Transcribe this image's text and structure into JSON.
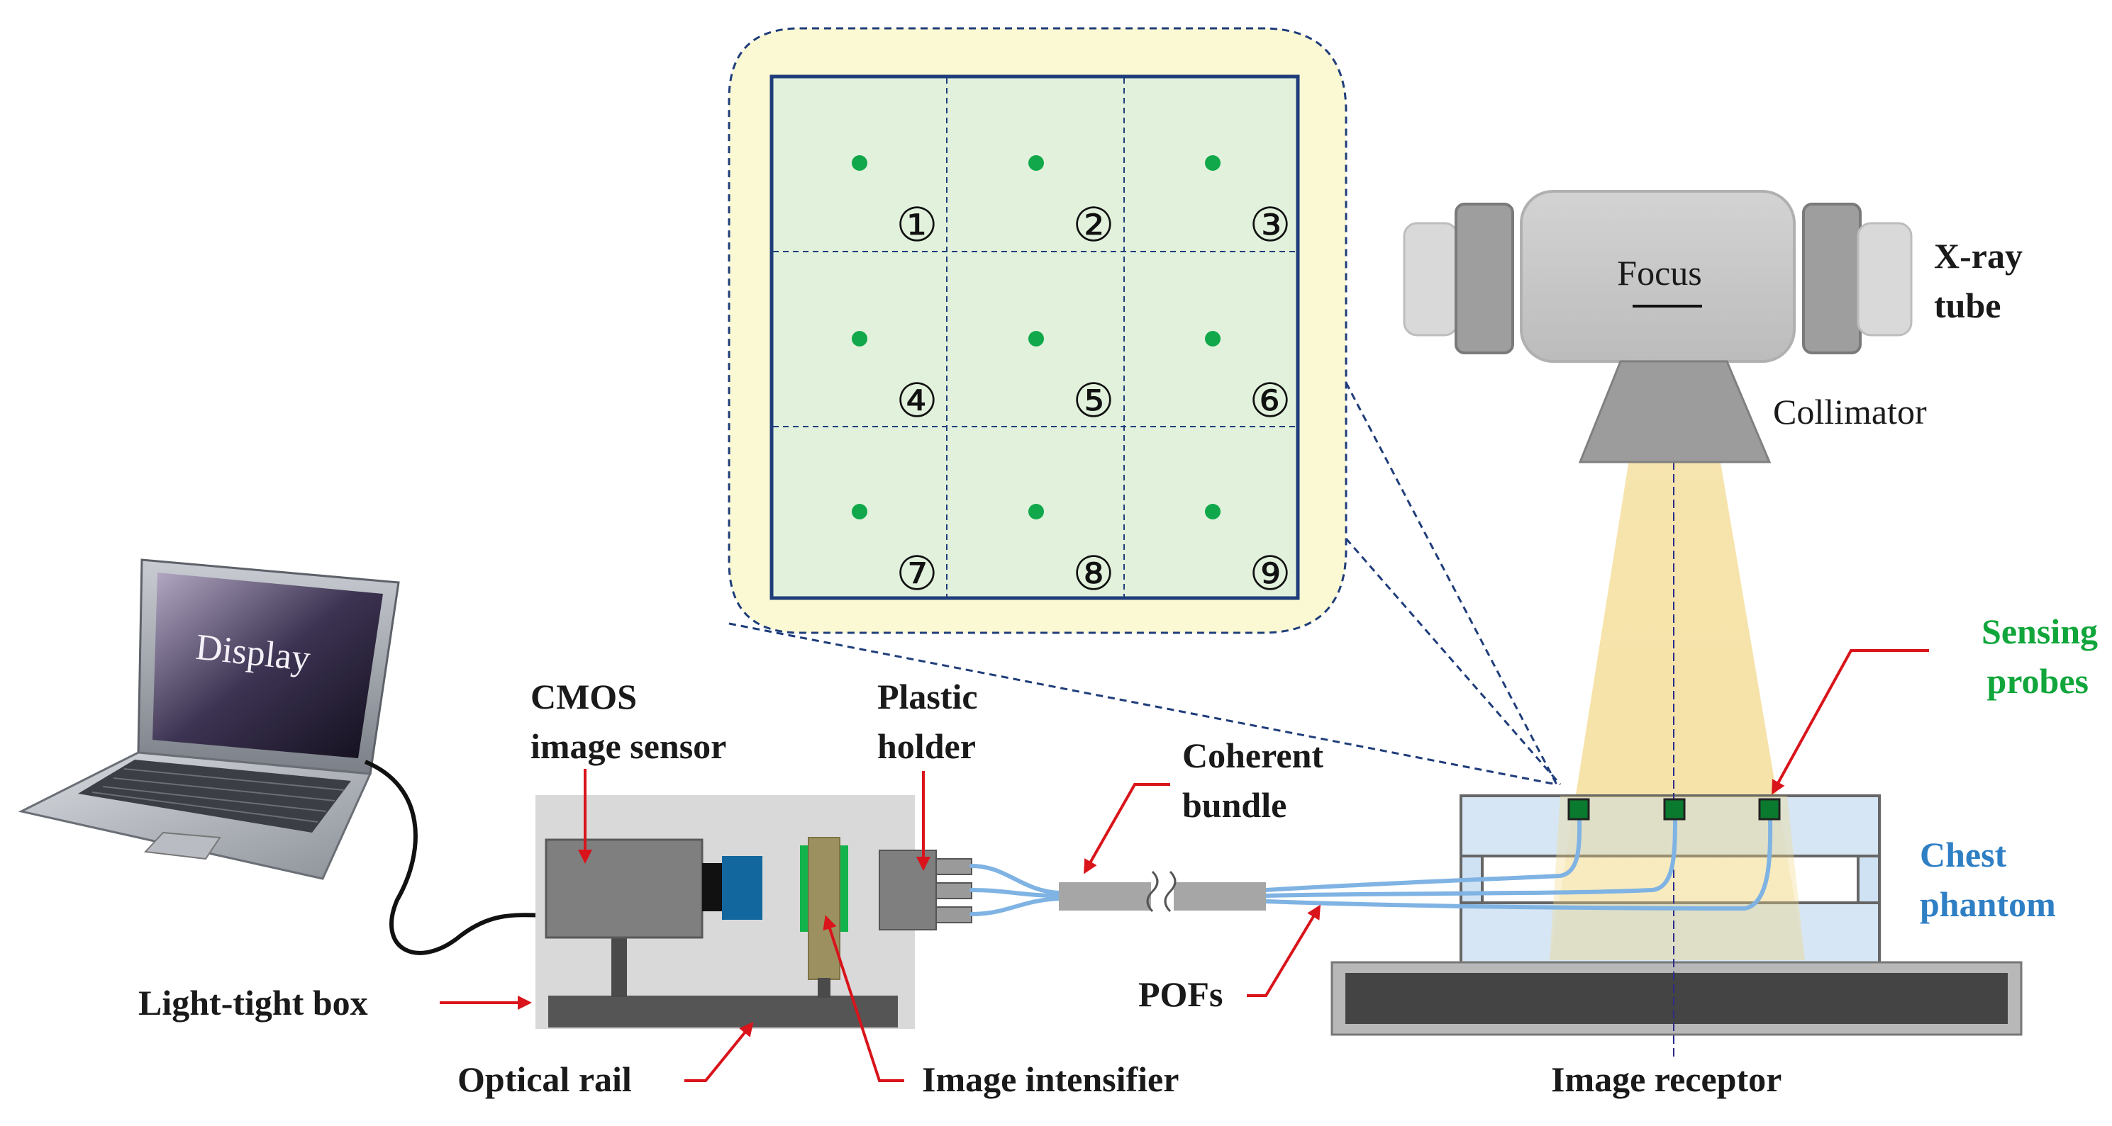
{
  "labels": {
    "display": "Display",
    "cmos_line1": "CMOS",
    "cmos_line2": "image sensor",
    "plastic_line1": "Plastic",
    "plastic_line2": "holder",
    "coherent_line1": "Coherent",
    "coherent_line2": "bundle",
    "light_tight_box": "Light-tight box",
    "optical_rail": "Optical rail",
    "image_intensifier": "Image intensifier",
    "pofs": "POFs",
    "image_receptor": "Image receptor",
    "focus": "Focus",
    "xray_line1": "X-ray",
    "xray_line2": "tube",
    "collimator": "Collimator",
    "sensing_line1": "Sensing",
    "sensing_line2": "probes",
    "chest_line1": "Chest",
    "chest_line2": "phantom"
  },
  "grid_cells": [
    "①",
    "②",
    "③",
    "④",
    "⑤",
    "⑥",
    "⑦",
    "⑧",
    "⑨"
  ],
  "colors": {
    "arrow_red": "#d9141b",
    "sensing_green": "#11a63c",
    "chest_blue": "#2f7fc4",
    "fiber_blue": "#7fb3e3",
    "callout_fill": "#fbf9d3",
    "grid_fill": "#e2f1dc",
    "grid_border": "#1f3d7a",
    "probe_dot": "#10a84a",
    "beam": "#f6e2a8"
  }
}
